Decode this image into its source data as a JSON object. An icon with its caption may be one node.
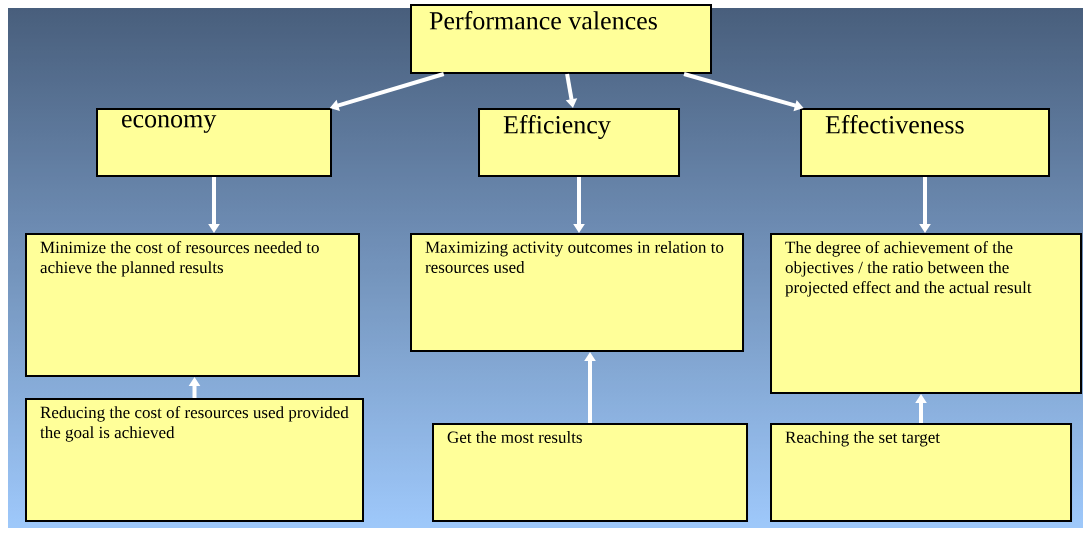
{
  "diagram": {
    "nodes": [
      {
        "text": [
          "Performance valences"
        ]
      },
      {
        "text": [
          "economy"
        ]
      },
      {
        "text": [
          "Efficiency"
        ]
      },
      {
        "text": [
          "Effectiveness"
        ]
      },
      {
        "text": [
          "Minimize the cost of resources needed to achieve the planned results"
        ]
      },
      {
        "text": [
          "Maximizing activity outcomes in relation to resources used"
        ]
      },
      {
        "text": [
          "The degree of achievement of the objectives / the ratio between the projected effect and the actual result"
        ]
      },
      {
        "text": [
          "Reducing the cost of resources used provided the goal is achieved"
        ]
      },
      {
        "text": [
          "Get the most results"
        ]
      },
      {
        "text": [
          "Reaching the set target"
        ]
      }
    ],
    "edges": [
      {
        "from": 0,
        "to": 1,
        "arrow": "to"
      },
      {
        "from": 0,
        "to": 2,
        "arrow": "to"
      },
      {
        "from": 0,
        "to": 3,
        "arrow": "to"
      },
      {
        "from": 1,
        "to": 4,
        "arrow": "to"
      },
      {
        "from": 2,
        "to": 5,
        "arrow": "to"
      },
      {
        "from": 3,
        "to": 6,
        "arrow": "to"
      },
      {
        "from": 7,
        "to": 4,
        "arrow": "to"
      },
      {
        "from": 8,
        "to": 5,
        "arrow": "to"
      },
      {
        "from": 9,
        "to": 6,
        "arrow": "to"
      }
    ]
  }
}
